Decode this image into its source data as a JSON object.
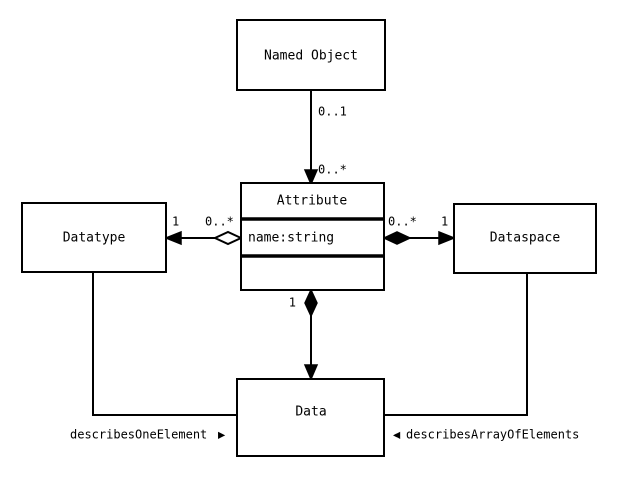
{
  "diagram": {
    "type": "uml-class-diagram",
    "background_color": "#ffffff",
    "line_color": "#000000",
    "classes": {
      "named_object": {
        "name": "Named Object"
      },
      "attribute": {
        "name": "Attribute",
        "attributes_compartment": "name:string",
        "operations_compartment": ""
      },
      "datatype": {
        "name": "Datatype"
      },
      "dataspace": {
        "name": "Dataspace"
      },
      "data": {
        "name": "Data"
      }
    },
    "multiplicities": {
      "named_object_end": "0..1",
      "attribute_top_end": "0..*",
      "datatype_end": "1",
      "attribute_left_end": "0..*",
      "attribute_right_end": "0..*",
      "dataspace_end": "1",
      "attribute_bottom_end": "1"
    },
    "association_labels": {
      "describes_one": "describesOneElement",
      "describes_one_arrow": "▶",
      "describes_array_arrow": "◀",
      "describes_array": "describesArrayOfElements"
    }
  }
}
